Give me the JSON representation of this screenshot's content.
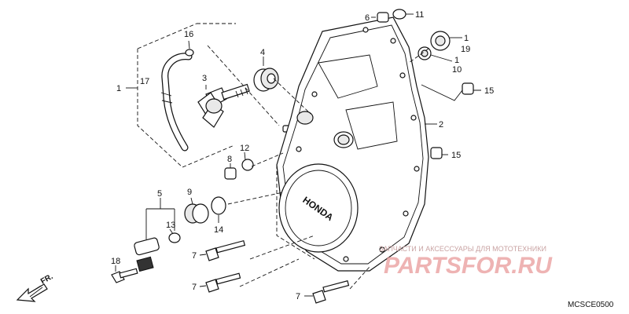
{
  "diagram": {
    "cover_emblem": "HONDA",
    "direction_label": "FR.",
    "diagram_code": "MCSCE0500",
    "watermark": {
      "tagline": "ЗАПЧАСТИ И АКСЕССУАРЫ ДЛЯ МОТОТЕХНИКИ",
      "logo_text": "PARTSFOR.RU",
      "logo_color": "#e89a9a"
    },
    "callouts": {
      "c1_top": "1",
      "c19": "19",
      "c1_mid": "1",
      "c10": "10",
      "c6": "6",
      "c11": "11",
      "c15_a": "15",
      "c15_b": "15",
      "c2": "2",
      "c16": "16",
      "c17": "17",
      "c1_left": "1",
      "c3": "3",
      "c4": "4",
      "c8": "8",
      "c12": "12",
      "c9": "9",
      "c14": "14",
      "c5": "5",
      "c13": "13",
      "c18": "18",
      "c7_a": "7",
      "c7_b": "7",
      "c7_c": "7"
    }
  }
}
